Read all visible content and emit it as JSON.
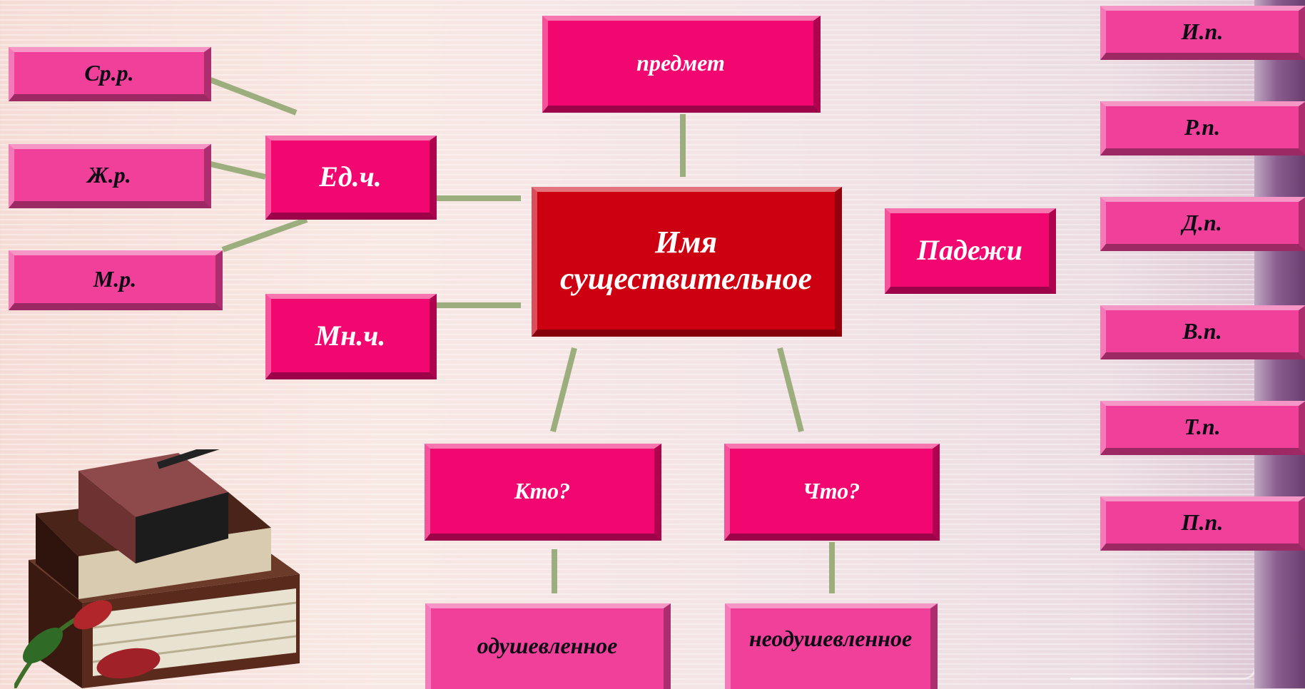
{
  "diagram": {
    "center": "Имя существительное",
    "top": "предмет",
    "singular": "Ед.ч.",
    "plural": "Мн.ч.",
    "genders": [
      "Ср.р.",
      "Ж.р.",
      "М.р."
    ],
    "cases_label": "Падежи",
    "cases": [
      "И.п.",
      "Р.п.",
      "Д.п.",
      "В.п.",
      "Т.п.",
      "П.п."
    ],
    "who": "Кто?",
    "what": "Что?",
    "animate": "одушевленное",
    "inanimate": "неодушевленное"
  },
  "colors": {
    "box": "#f2066f",
    "box_light": "#f0409a",
    "center_box": "#cc0010",
    "connector": "#9cae7e"
  }
}
